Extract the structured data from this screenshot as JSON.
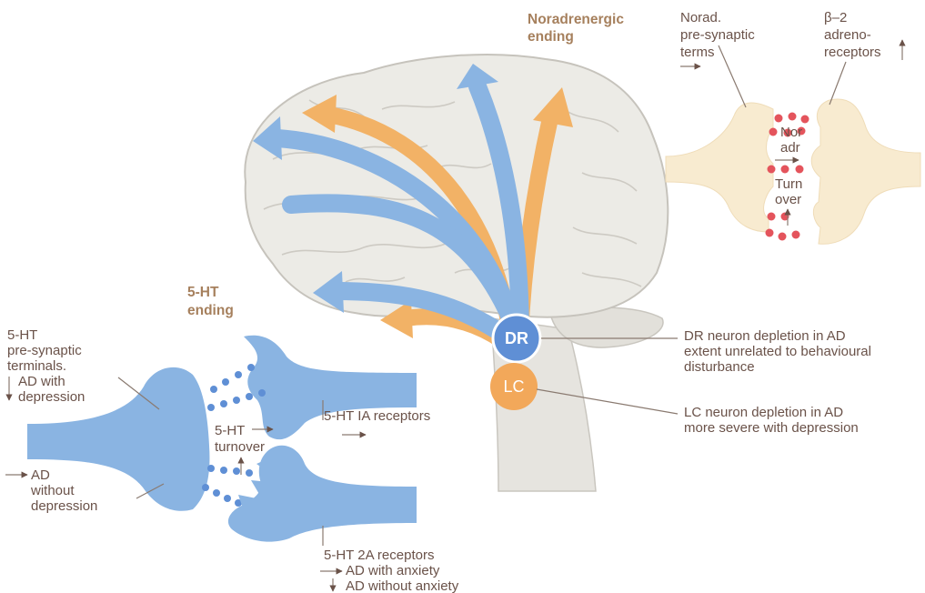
{
  "titles": {
    "noradrenergic_ending": [
      "Noradrenergic",
      "ending"
    ],
    "serotonin_ending": [
      "5-HT",
      "ending"
    ]
  },
  "nodes": {
    "dr": "DR",
    "lc": "LC"
  },
  "noradrenergic_synapse": {
    "presynaptic": [
      "Norad.",
      "pre-synaptic",
      "terms"
    ],
    "receptors": [
      "β–2",
      "adreno-",
      "receptors"
    ],
    "noradrenaline": [
      "Nor",
      "adr"
    ],
    "turnover": [
      "Turn",
      "over"
    ]
  },
  "serotonin_synapse": {
    "presynaptic": [
      "5-HT",
      "pre-synaptic",
      "terminals.",
      "AD with",
      "depression"
    ],
    "ad_without_depression": [
      "AD",
      "without",
      "depression"
    ],
    "turnover": [
      "5-HT",
      "turnover"
    ],
    "receptors_1a": "5-HT IA receptors",
    "receptors_2a": "5-HT 2A receptors",
    "ad_with_anxiety": "AD with anxiety",
    "ad_without_anxiety": "AD without anxiety"
  },
  "annotations": {
    "dr_depletion": [
      "DR neuron depletion in AD",
      "extent unrelated to behavioural",
      "disturbance"
    ],
    "lc_depletion": [
      "LC neuron depletion in AD",
      "more severe with depression"
    ]
  },
  "colors": {
    "serotonin_blue": "#8ab4e2",
    "noradrenergic_orange": "#f2b266",
    "brain": "#ecebe6",
    "synapse_cream": "#f8ebd0",
    "vesicle_red": "#e4545c",
    "vesicle_blue": "#5f8fd5"
  }
}
